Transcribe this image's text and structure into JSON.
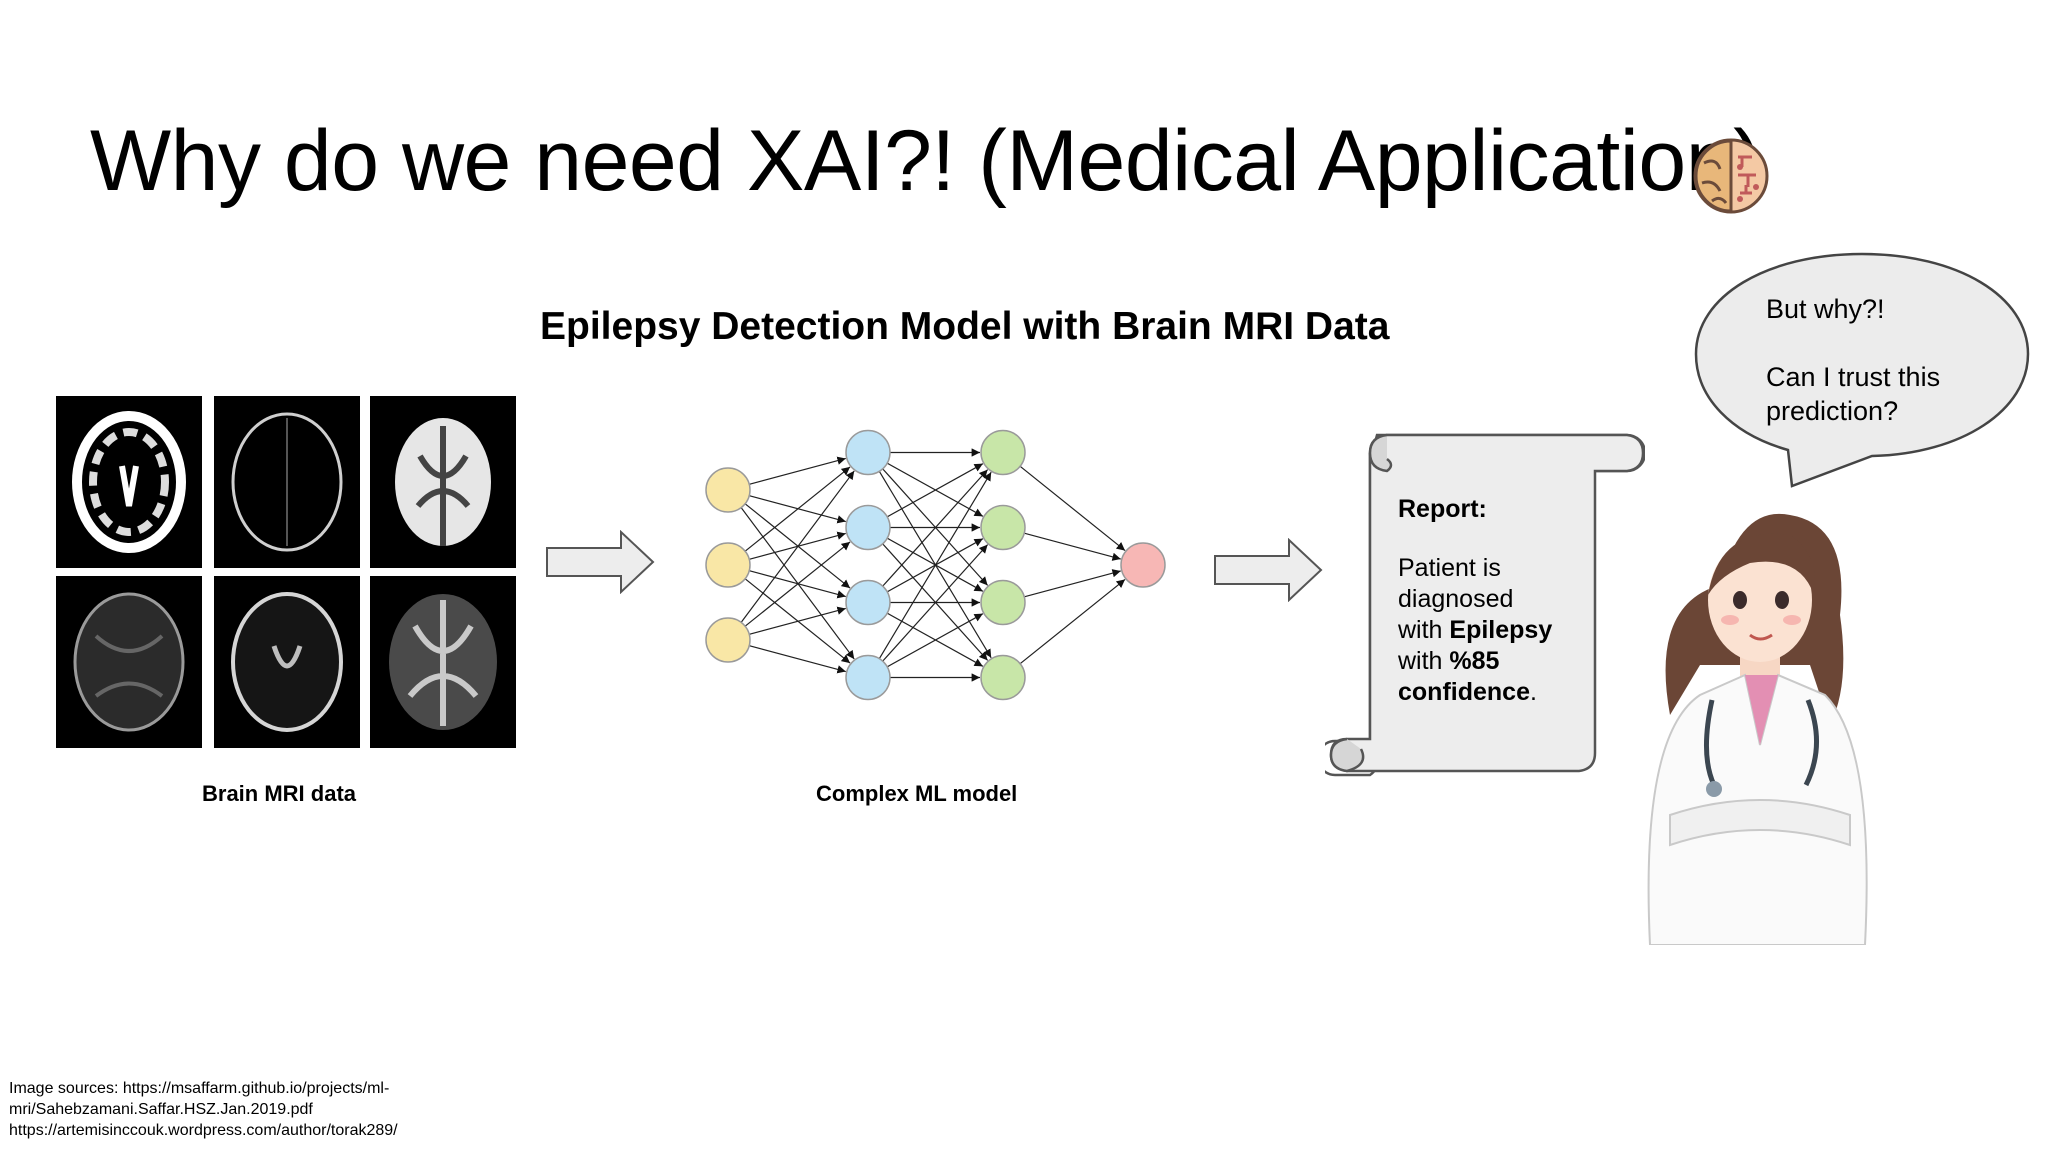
{
  "title": "Why do we need XAI?! (Medical Application)",
  "icons": {
    "title_icon": "brain-emoji-icon",
    "doctor": "doctor-illustration"
  },
  "subtitle": "Epilepsy Detection Model with Brain MRI Data",
  "mri_caption": "Brain MRI data",
  "model_caption": "Complex ML model",
  "network": {
    "layers": [
      3,
      4,
      4,
      1
    ],
    "layer_colors": [
      "#f9e7a6",
      "#bfe3f6",
      "#c8e6a8",
      "#f7b7b5"
    ]
  },
  "report": {
    "title": "Report:",
    "line1": "Patient is",
    "line2": "diagnosed",
    "line3_prefix": "with ",
    "line3_bold": "Epilepsy",
    "line4_prefix": "with ",
    "line4_bold": "%85",
    "line5_bold": "confidence",
    "line5_suffix": "."
  },
  "bubble": {
    "line1": "But why?!",
    "line2": "Can I trust this prediction?"
  },
  "credits": {
    "line1": "Image sources: https://msaffarm.github.io/projects/ml-",
    "line2": "mri/Sahebzamani.Saffar.HSZ.Jan.2019.pdf",
    "line3": "https://artemisinccouk.wordpress.com/author/torak289/"
  }
}
